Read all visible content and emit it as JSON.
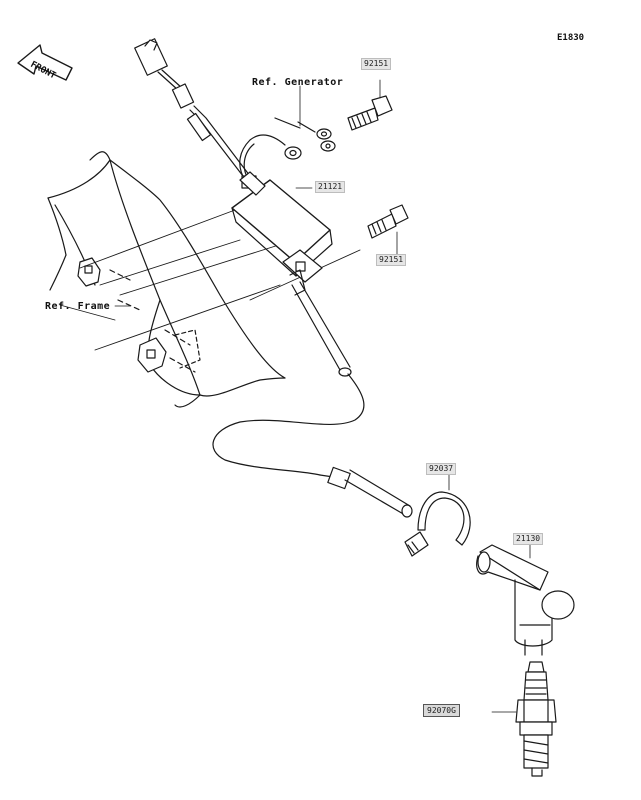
{
  "diagram_code": "E1830",
  "front_label": "FRONT",
  "refs": {
    "generator": "Ref. Generator",
    "frame": "Ref. Frame"
  },
  "parts": {
    "bolt_upper": "92151",
    "ignition_coil": "21121",
    "bolt_lower": "92151",
    "clamp": "92037",
    "plug_cap": "21130",
    "spark_plug": "92070G"
  }
}
